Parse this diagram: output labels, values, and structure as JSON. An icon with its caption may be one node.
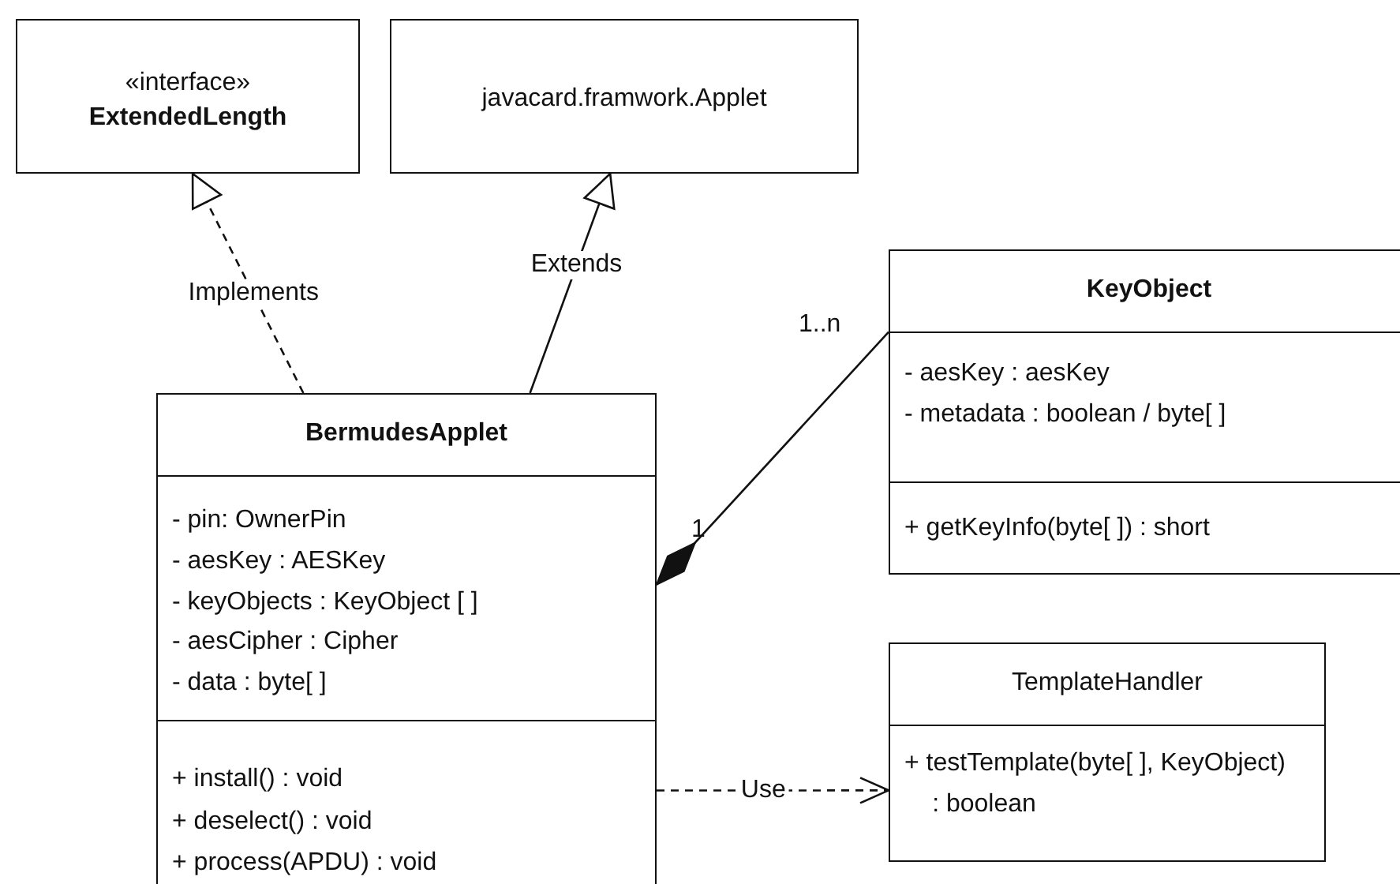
{
  "diagram": {
    "nodes": [
      {
        "text": [
          "«interface»",
          "ExtendedLength"
        ]
      },
      {
        "text": [
          "javacard.framwork.Applet"
        ]
      },
      {
        "text": [
          "BermudesApplet"
        ]
      },
      {
        "text": [
          "- pin: OwnerPin",
          "- aesKey : AESKey",
          "- keyObjects : KeyObject [ ]",
          "- aesCipher : Cipher",
          "- data : byte[ ]"
        ],
        "in": 2
      },
      {
        "text": [
          "+ install() : void",
          "+ deselect() : void",
          "+ process(APDU) : void"
        ],
        "in": 2
      },
      {
        "text": [
          "KeyObject"
        ]
      },
      {
        "text": [
          "- aesKey : aesKey",
          "- metadata : boolean / byte[ ]"
        ],
        "in": 5
      },
      {
        "text": [
          "+ getKeyInfo(byte[ ]) : short"
        ],
        "in": 5
      },
      {
        "text": [
          "TemplateHandler"
        ]
      },
      {
        "text": [
          "+ testTemplate(byte[ ], KeyObject) : boolean"
        ],
        "in": 8
      }
    ],
    "edges": [
      {
        "from": 2,
        "to": 0,
        "arrow": "to",
        "label": "Implements",
        "style": "dashed"
      },
      {
        "from": 2,
        "to": 1,
        "arrow": "to",
        "label": "Extends"
      },
      {
        "from": 2,
        "to": 5,
        "arrow": "other"
      },
      {
        "from": 2,
        "to": 8,
        "arrow": "to",
        "label": "Use",
        "style": "dashed"
      }
    ],
    "labels": [
      "1..n",
      "1"
    ]
  }
}
